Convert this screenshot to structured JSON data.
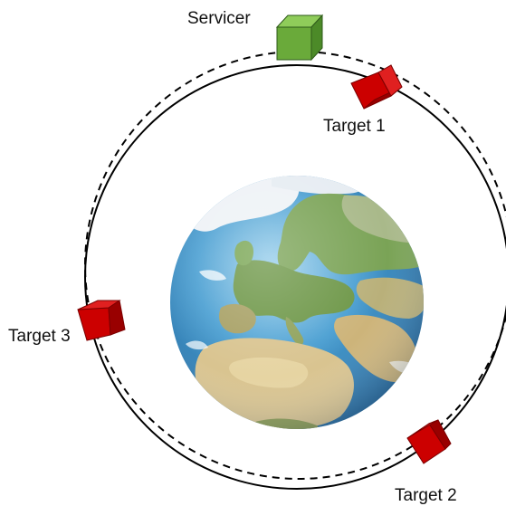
{
  "labels": {
    "servicer": "Servicer",
    "target_1": "Target 1",
    "target_2": "Target 2",
    "target_3": "Target 3"
  },
  "colors": {
    "servicer_box": "#6aaa3a",
    "target_box": "#cc0000",
    "orbit": "#000000",
    "ocean": "#3a8fc8",
    "land": "#6e9a4a",
    "desert": "#d6c290",
    "ice": "#f2f5f8"
  },
  "orbits": {
    "target_orbit_style": "solid",
    "servicer_orbit_style": "dashed"
  }
}
